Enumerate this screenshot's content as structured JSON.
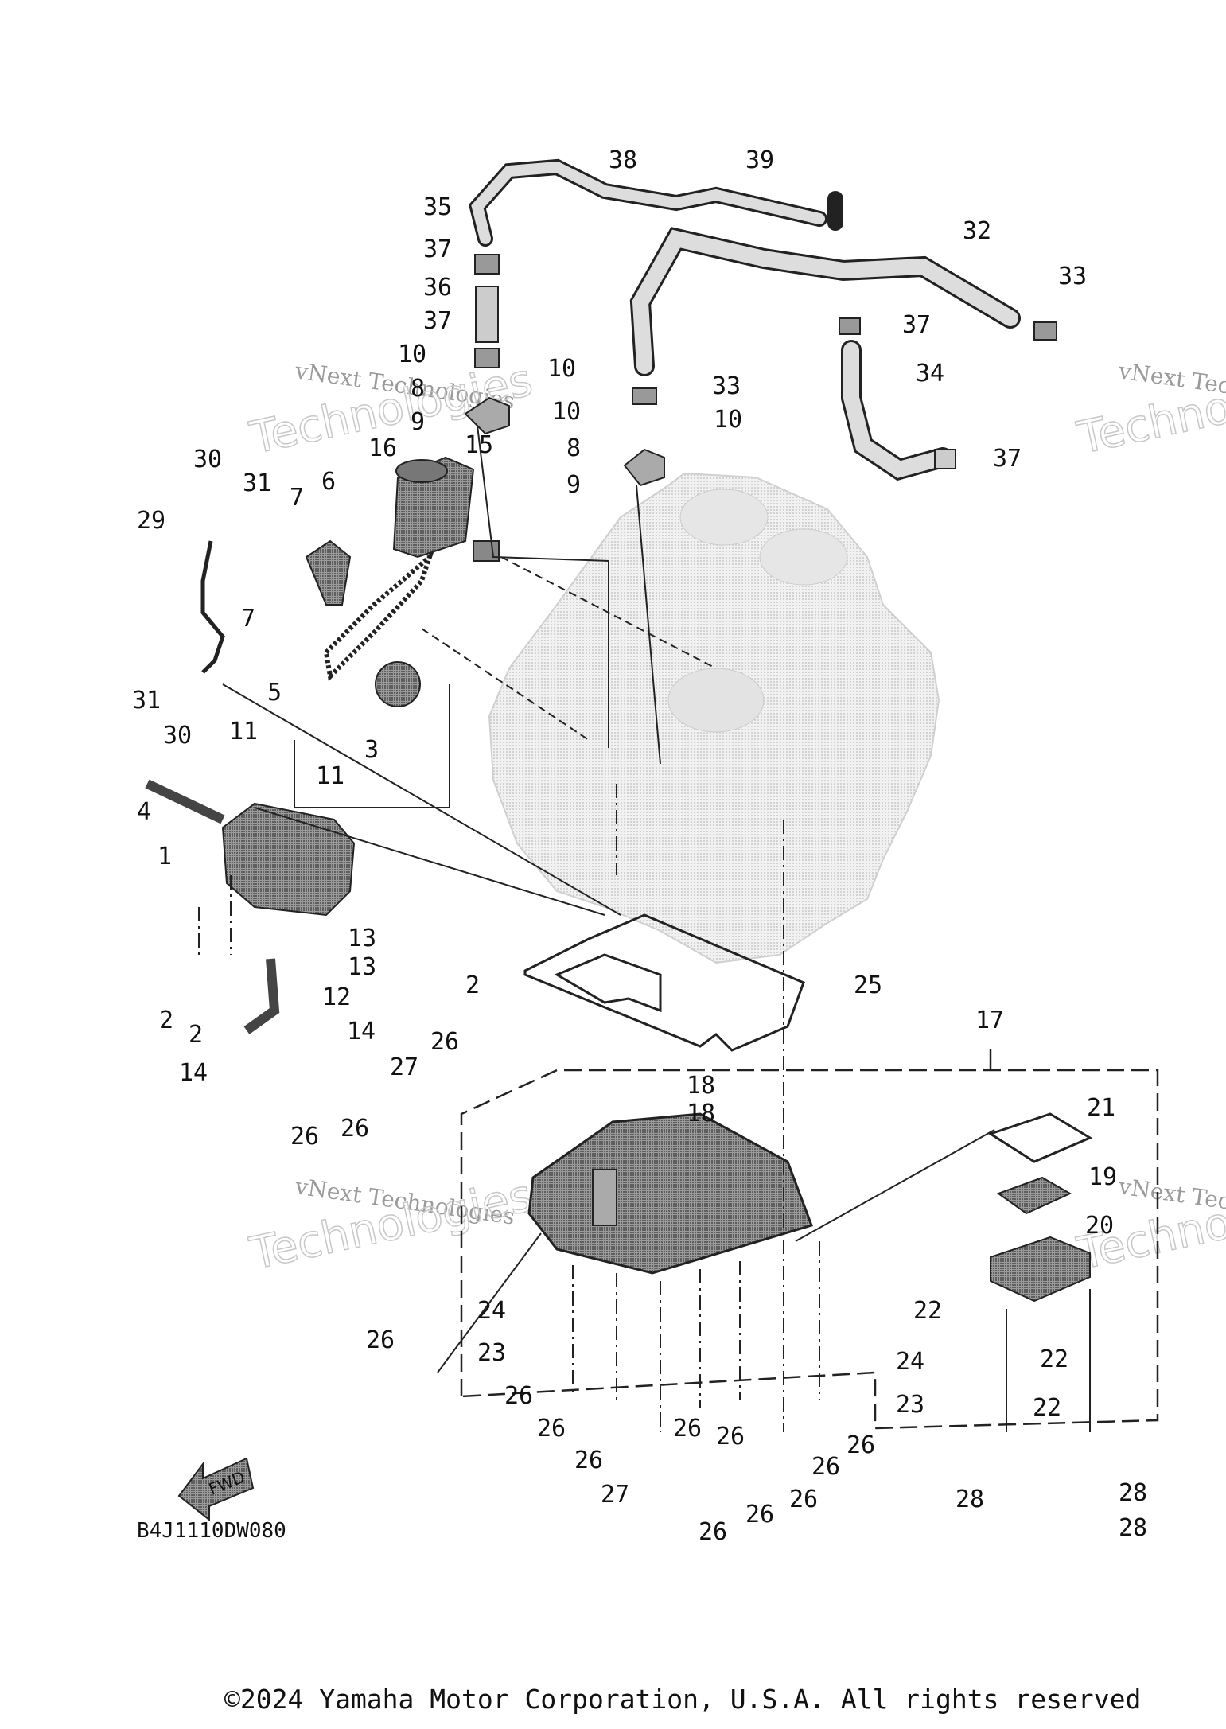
{
  "callouts": [
    "1",
    "2",
    "3",
    "4",
    "5",
    "6",
    "7",
    "8",
    "9",
    "10",
    "11",
    "12",
    "13",
    "14",
    "15",
    "16",
    "17",
    "18",
    "19",
    "20",
    "21",
    "22",
    "23",
    "24",
    "25",
    "26",
    "27",
    "28",
    "29",
    "30",
    "31",
    "32",
    "33",
    "34",
    "35",
    "36",
    "37",
    "38",
    "39"
  ],
  "diagram_code": "B4J1110DW080",
  "fwd_label": "FWD",
  "watermark": {
    "line1": "vNext Technologies",
    "line2": "Technologies"
  },
  "copyright": "©2024 Yamaha Motor Corporation, U.S.A. All rights reserved"
}
